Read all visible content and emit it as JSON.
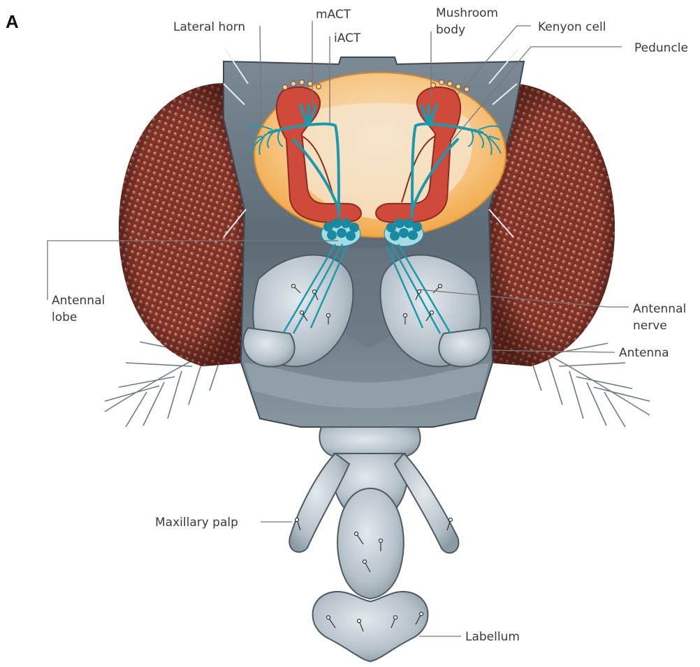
{
  "panel_letter": "A",
  "labels": {
    "lateral_horn": "Lateral horn",
    "mact": "mACT",
    "iact": "iACT",
    "mushroom_body_1": "Mushroom",
    "mushroom_body_2": "body",
    "kenyon_cell": "Kenyon cell",
    "peduncle": "Peduncle",
    "antennal_lobe_1": "Antennal",
    "antennal_lobe_2": "lobe",
    "antennal_nerve_1": "Antennal",
    "antennal_nerve_2": "nerve",
    "antenna": "Antenna",
    "maxillary_palp": "Maxillary palp",
    "labellum": "Labellum"
  },
  "colors": {
    "compound_eye": "#8a3a2e",
    "ommatidium": "#c8bfb4",
    "head_capsule": "#5f6f7b",
    "brain_orange": "#f7b45a",
    "brain_light": "#f9dcae",
    "mushroom_body": "#d24a3c",
    "projection_neuron": "#1b9aad",
    "glomeruli": "#1a8aa0",
    "cuticle_light": "#c9d3da",
    "bristle": "#ffffff"
  }
}
